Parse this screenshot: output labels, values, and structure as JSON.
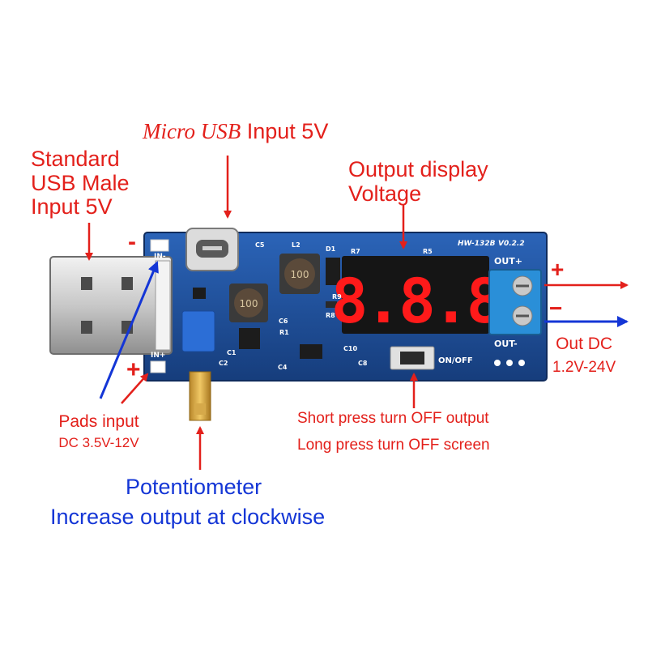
{
  "labels": {
    "usb_male": [
      "Standard",
      "USB Male",
      "Input 5V"
    ],
    "micro_usb_italic": "Micro USB",
    "micro_usb_rest": "Input 5V",
    "display": [
      "Output display",
      "Voltage"
    ],
    "pads": [
      "Pads input",
      "DC 3.5V-12V"
    ],
    "button": [
      "Short press turn OFF output",
      "Long press turn OFF screen"
    ],
    "potentiometer": [
      "Potentiometer",
      "Increase output at clockwise"
    ],
    "out_dc": [
      "Out DC",
      "1.2V-24V"
    ],
    "plus_left": "+",
    "minus_left": "-",
    "plus_right": "+",
    "minus_right": "−"
  },
  "board": {
    "model": "HW-132B",
    "version": "V0.2.2",
    "display_digits": "8.8.8",
    "silkscreen": {
      "in_minus": "IN-",
      "in_plus": "IN+",
      "out_plus": "OUT+",
      "out_minus": "OUT-",
      "on_off": "ON/OFF",
      "c5": "C5",
      "l2": "L2",
      "d1": "D1",
      "r7": "R7",
      "r5": "R5",
      "r9": "R9",
      "r8": "R8",
      "r1": "R1",
      "c1": "C1",
      "c2": "C2",
      "c4": "C4",
      "c6": "C6",
      "c8": "C8",
      "c10": "C10",
      "inductor1": "100",
      "inductor2": "100"
    }
  },
  "colors": {
    "label_red": "#e3201b",
    "label_blue": "#1436d6",
    "pcb_blue": "#1d4f9c",
    "display_red": "#ff1a1a",
    "terminal_blue": "#2a8fd8"
  }
}
